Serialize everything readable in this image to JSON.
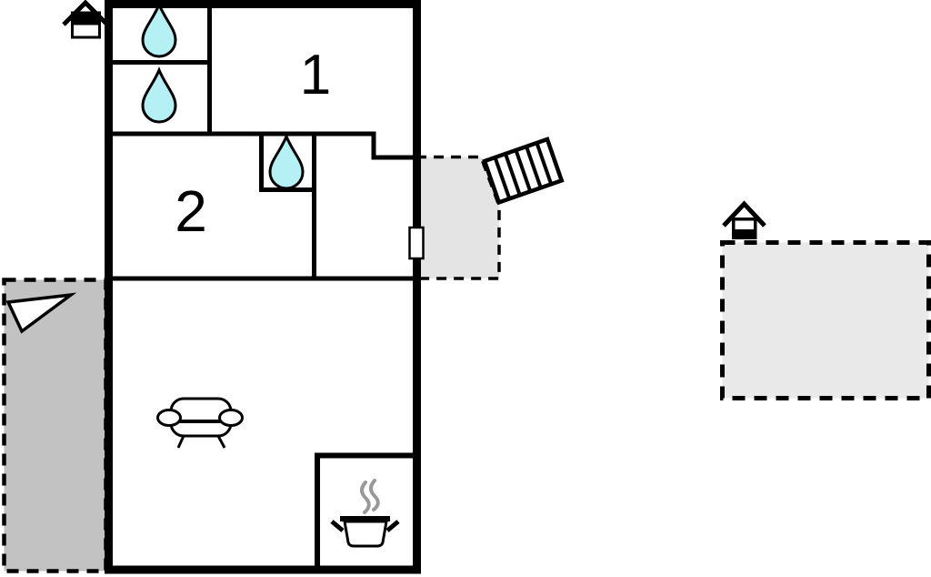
{
  "floorplan": {
    "rooms": [
      {
        "id": "room-1",
        "label": "1"
      },
      {
        "id": "room-2",
        "label": "2"
      }
    ],
    "colors": {
      "wall": "#000000",
      "water_drop": "#b5f0f4",
      "terrace": "#c2c2c2",
      "porch": "#e4e4e4",
      "plot": "#e9e9e9",
      "steam": "#999999",
      "white": "#ffffff",
      "background": "#ffffff"
    },
    "icons": [
      {
        "name": "water-drop-icon",
        "count": 3
      },
      {
        "name": "house-marker-icon",
        "count": 2
      },
      {
        "name": "sofa-icon",
        "count": 1
      },
      {
        "name": "cooking-pot-icon",
        "count": 1
      },
      {
        "name": "steam-icon",
        "count": 1
      },
      {
        "name": "stairs-icon",
        "count": 1
      },
      {
        "name": "door-marker",
        "count": 1
      },
      {
        "name": "triangle-marker-icon",
        "count": 1
      }
    ]
  }
}
